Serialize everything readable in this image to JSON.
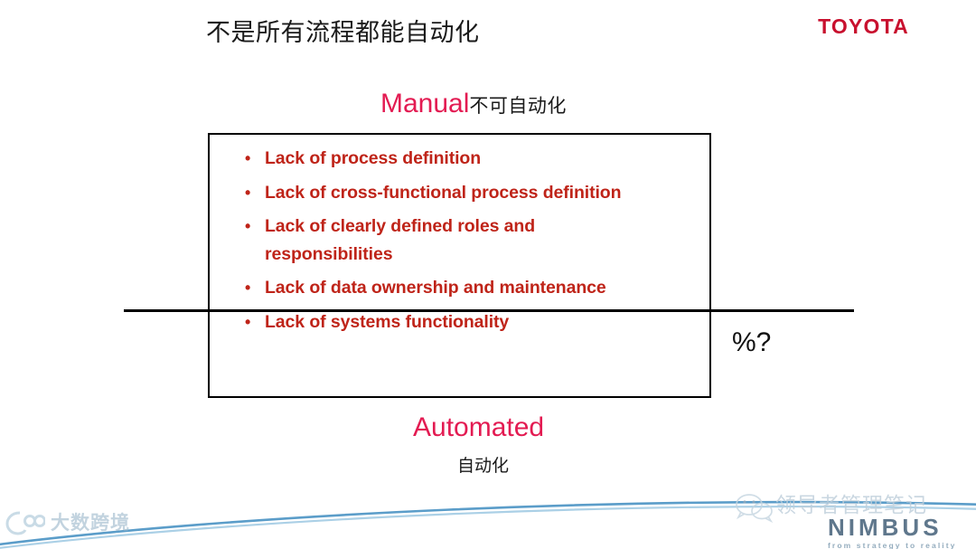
{
  "slide": {
    "title": "不是所有流程都能自动化",
    "brand_logo": "TOYOTA",
    "brand_color": "#C8102E"
  },
  "manual_label": {
    "english": "Manual",
    "chinese": "不可自动化",
    "accent_color": "#E31B52"
  },
  "automated_label": {
    "english": "Automated",
    "chinese": "自动化",
    "accent_color": "#E31B52"
  },
  "annotation": {
    "percent_question": "%?"
  },
  "reasons": {
    "text_color": "#BF2419",
    "items": [
      {
        "line1": "Lack of process definition",
        "line2": ""
      },
      {
        "line1": "Lack of cross-functional process definition",
        "line2": ""
      },
      {
        "line1": "Lack of clearly defined roles and",
        "line2": "responsibilities"
      },
      {
        "line1": "Lack of data ownership and maintenance",
        "line2": ""
      },
      {
        "line1": "Lack of systems functionality",
        "line2": ""
      }
    ]
  },
  "watermarks": {
    "left": {
      "text": "大数跨境",
      "color": "#9db9cc"
    },
    "right": {
      "wechat_text": "领导者管理笔记",
      "brand": "NIMBUS",
      "tagline": "from strategy to reality",
      "brand_color": "#3d5a73"
    }
  },
  "decor": {
    "curve_color": "#5b9dc9"
  }
}
